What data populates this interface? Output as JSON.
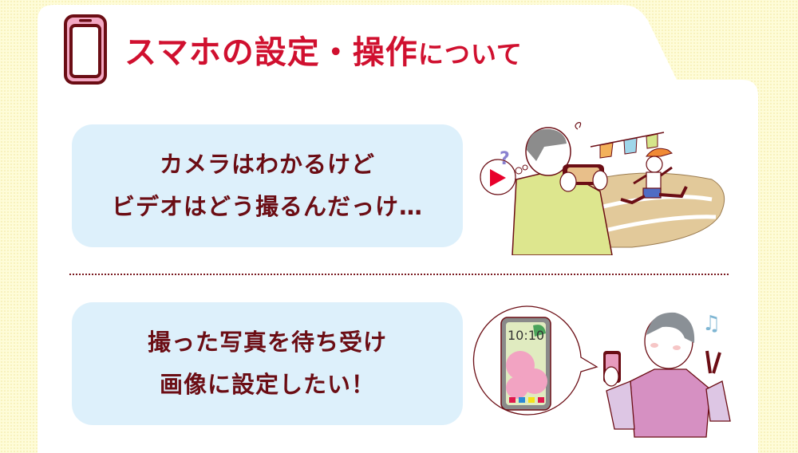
{
  "header": {
    "title_main": "スマホの設定・操作",
    "title_sub": "について",
    "icon": "smartphone-icon"
  },
  "items": [
    {
      "lines": [
        "カメラはわかるけど",
        "ビデオはどう撮るんだっけ…"
      ],
      "illustration": "man-filming-child-running-with-smartphone"
    },
    {
      "lines": [
        "撮った写真を待ち受け",
        "画像に設定したい！"
      ],
      "illustration": "woman-showing-phone-wallpaper",
      "phone_clock": "10:10"
    }
  ],
  "colors": {
    "title": "#d0102f",
    "text": "#6b0d14",
    "bubble_bg": "#ddf0fb",
    "page_bg": "#fefcd8",
    "card_bg": "#ffffff"
  }
}
